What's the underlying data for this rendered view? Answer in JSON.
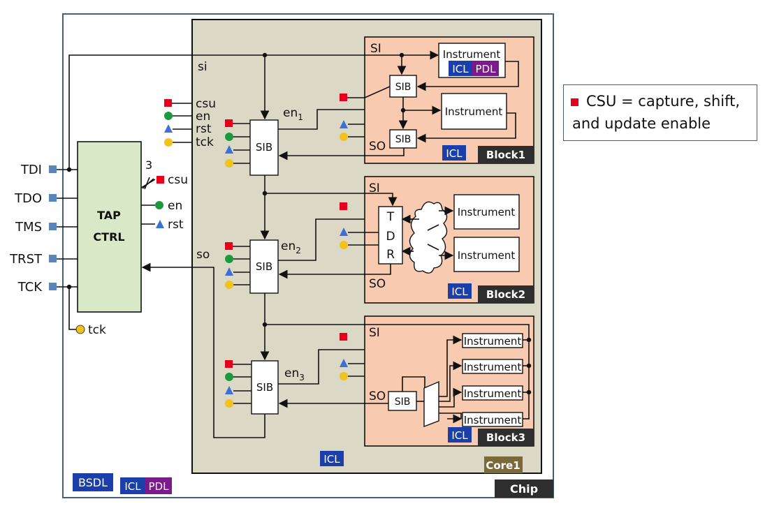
{
  "chip": {
    "label": "Chip"
  },
  "core": {
    "label": "Core1"
  },
  "tap": {
    "line1": "TAP",
    "line2": "CTRL",
    "bus_width": "3"
  },
  "pins": [
    "TDI",
    "TDO",
    "TMS",
    "TRST",
    "TCK"
  ],
  "tap_outputs": [
    "csu",
    "en",
    "rst"
  ],
  "tck_label": "tck",
  "core_signals": [
    "csu",
    "en",
    "rst",
    "tck"
  ],
  "si_label": "si",
  "so_label": "so",
  "sib_label": "SIB",
  "en_labels": [
    {
      "base": "en",
      "sub": "1"
    },
    {
      "base": "en",
      "sub": "2"
    },
    {
      "base": "en",
      "sub": "3"
    }
  ],
  "blocks": [
    {
      "label": "Block1",
      "si": "SI",
      "so": "SO",
      "instruments": [
        "Instrument",
        "Instrument"
      ],
      "tags": [
        "ICL",
        "PDL",
        "ICL"
      ]
    },
    {
      "label": "Block2",
      "si": "SI",
      "so": "SO",
      "tdr": [
        "T",
        "D",
        "R"
      ],
      "instruments": [
        "Instrument",
        "Instrument"
      ],
      "tag": "ICL"
    },
    {
      "label": "Block3",
      "si": "SI",
      "so": "SO",
      "instruments": [
        "Instrument",
        "Instrument",
        "Instrument",
        "Instrument"
      ],
      "tag": "ICL"
    }
  ],
  "core_tag": "ICL",
  "chip_tags": [
    "BSDL",
    "ICL",
    "PDL"
  ],
  "legend": {
    "text": "CSU = capture, shift, and update enable"
  },
  "colors": {
    "csu": "#e5001c",
    "en": "#1a9a3c",
    "rst": "#3d6fd8",
    "tck": "#f2c11a",
    "block_fill": "#f8cbb0",
    "core_fill": "#dcd8c6",
    "tap_fill": "#d9e8c6",
    "icl": "#1a3faa",
    "pdl": "#7a1a8c",
    "bsdl": "#1a3faa",
    "label_dark": "#2e2e2e",
    "core_label": "#7a6a3a",
    "pin": "#5a86c0"
  }
}
